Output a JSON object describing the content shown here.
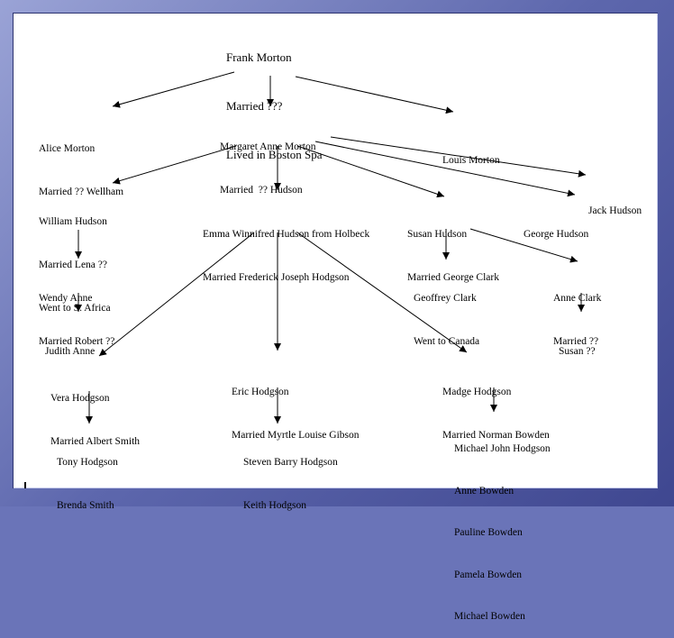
{
  "people": [
    {
      "id": "frank",
      "lines": [
        "Frank Morton",
        "Married ???",
        "Lived in Boston Spa"
      ]
    },
    {
      "id": "alice",
      "lines": [
        "Alice Morton",
        "Married ?? Wellham"
      ]
    },
    {
      "id": "margaret",
      "lines": [
        "Margaret Anne Morton",
        "Married  ?? Hudson"
      ]
    },
    {
      "id": "louis",
      "lines": [
        "Louis Morton"
      ]
    },
    {
      "id": "jack",
      "lines": [
        "Jack Hudson"
      ]
    },
    {
      "id": "william",
      "lines": [
        "William Hudson",
        "Married Lena ??",
        "Went to S. Africa"
      ]
    },
    {
      "id": "emma",
      "lines": [
        "Emma Winnifred Hudson from Holbeck",
        "Married Frederick Joseph Hodgson"
      ]
    },
    {
      "id": "susan",
      "lines": [
        "Susan Hudson",
        "Married George Clark"
      ]
    },
    {
      "id": "george",
      "lines": [
        "George Hudson"
      ]
    },
    {
      "id": "wendy",
      "lines": [
        "Wendy Anne",
        "Married Robert ??"
      ]
    },
    {
      "id": "geoffrey",
      "lines": [
        "Geoffrey Clark",
        "Went to Canada"
      ]
    },
    {
      "id": "anneclark",
      "lines": [
        "Anne Clark",
        "Married ??"
      ]
    },
    {
      "id": "judith",
      "lines": [
        "Judith Anne"
      ]
    },
    {
      "id": "susan2",
      "lines": [
        "Susan ??"
      ]
    },
    {
      "id": "vera",
      "lines": [
        "Vera Hodgson",
        "Married Albert Smith"
      ]
    },
    {
      "id": "eric",
      "lines": [
        "Eric Hodgson",
        "Married Myrtle Louise Gibson"
      ]
    },
    {
      "id": "madge",
      "lines": [
        "Madge Hodgson",
        "Married Norman Bowden"
      ]
    },
    {
      "id": "tony",
      "lines": [
        "Tony Hodgson",
        "Brenda Smith"
      ]
    },
    {
      "id": "steven",
      "lines": [
        "Steven Barry Hodgson",
        "Keith Hodgson"
      ]
    },
    {
      "id": "michael",
      "lines": [
        "Michael John Hodgson",
        "Anne Bowden",
        "Pauline Bowden",
        "Pamela Bowden",
        "Michael Bowden"
      ]
    }
  ]
}
